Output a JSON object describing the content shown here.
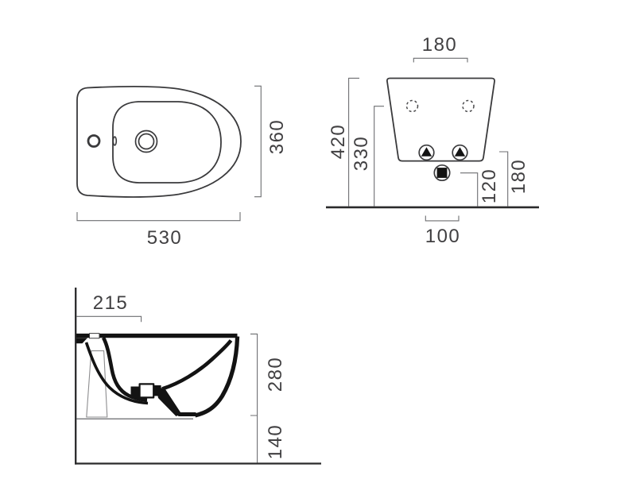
{
  "colors": {
    "background": "#ffffff",
    "outline": "#3a3a3c",
    "heavy_outline": "#131313",
    "dimension_line": "#6d6e71",
    "text": "#414042"
  },
  "plan_view": {
    "width_label": "530",
    "depth_label": "360"
  },
  "front_view": {
    "fixing_holes_spacing_label": "180",
    "overall_height_label": "420",
    "rim_bottom_height_label": "330",
    "drain_height_label": "120",
    "inlet_height_label": "180",
    "drain_spacing_label": "100"
  },
  "side_view": {
    "projection_label": "215",
    "body_height_label": "280",
    "underside_clearance_label": "140"
  }
}
